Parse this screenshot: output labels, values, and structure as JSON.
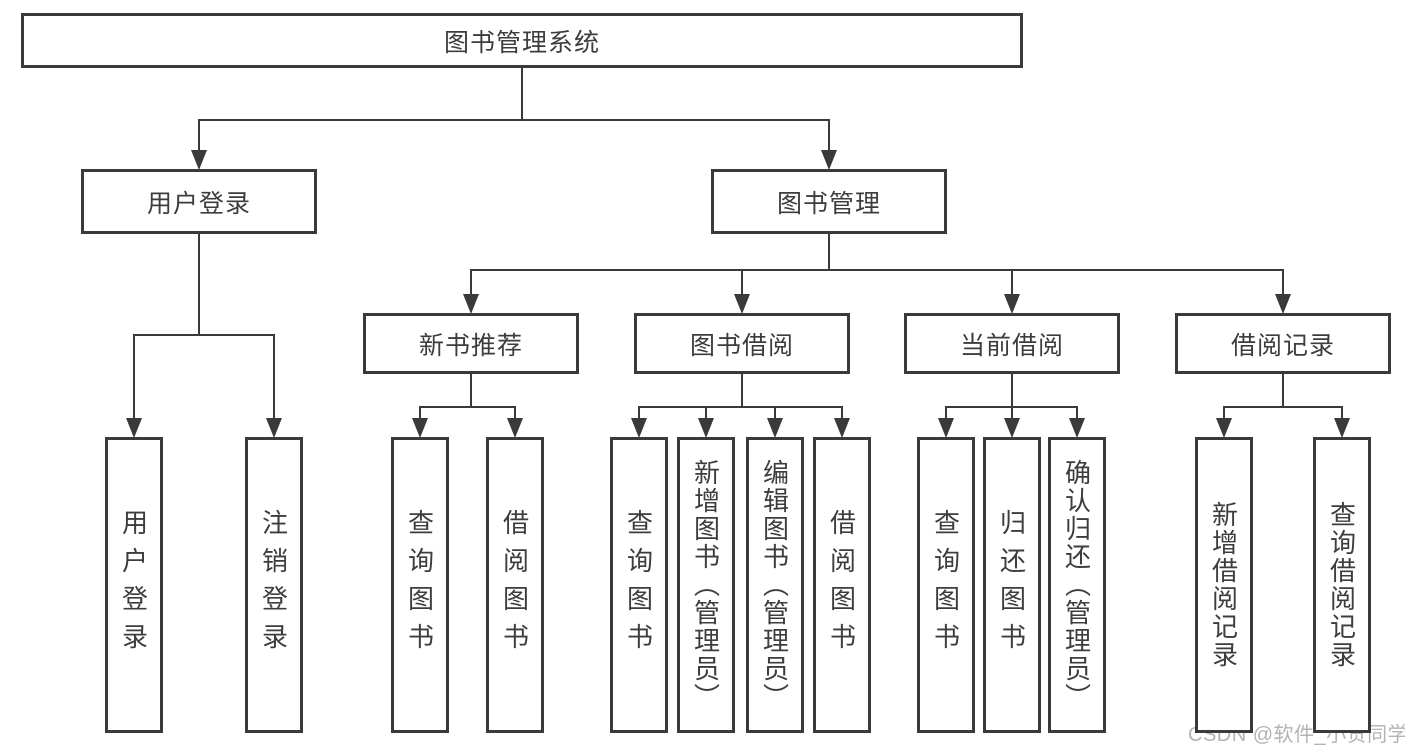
{
  "diagram": {
    "title": "图书管理系统",
    "type": "functional-structure-tree",
    "colors": {
      "line": "#3a3a3a",
      "text": "#3d3d3d",
      "background": "#ffffff",
      "watermark": "#b3b3b3"
    },
    "nodes": [
      {
        "id": "root",
        "label": "图书管理系统",
        "parent": null
      },
      {
        "id": "user-login",
        "label": "用户登录",
        "parent": "root"
      },
      {
        "id": "book-mgmt",
        "label": "图书管理",
        "parent": "root"
      },
      {
        "id": "leaf-user-login",
        "label": "用户登录",
        "parent": "user-login"
      },
      {
        "id": "leaf-logout",
        "label": "注销登录",
        "parent": "user-login"
      },
      {
        "id": "new-book-rec",
        "label": "新书推荐",
        "parent": "book-mgmt"
      },
      {
        "id": "book-borrow",
        "label": "图书借阅",
        "parent": "book-mgmt"
      },
      {
        "id": "current-borrow",
        "label": "当前借阅",
        "parent": "book-mgmt"
      },
      {
        "id": "borrow-records",
        "label": "借阅记录",
        "parent": "book-mgmt"
      },
      {
        "id": "rec-query-book",
        "label": "查询图书",
        "parent": "new-book-rec"
      },
      {
        "id": "rec-borrow-book",
        "label": "借阅图书",
        "parent": "new-book-rec"
      },
      {
        "id": "bb-query-book",
        "label": "查询图书",
        "parent": "book-borrow"
      },
      {
        "id": "bb-add-book",
        "label": "新增图书（管理员）",
        "parent": "book-borrow"
      },
      {
        "id": "bb-edit-book",
        "label": "编辑图书（管理员）",
        "parent": "book-borrow"
      },
      {
        "id": "bb-borrow-book",
        "label": "借阅图书",
        "parent": "book-borrow"
      },
      {
        "id": "cb-query-book",
        "label": "查询图书",
        "parent": "current-borrow"
      },
      {
        "id": "cb-return-book",
        "label": "归还图书",
        "parent": "current-borrow"
      },
      {
        "id": "cb-confirm-return",
        "label": "确认归还（管理员）",
        "parent": "current-borrow"
      },
      {
        "id": "br-add-record",
        "label": "新增借阅记录",
        "parent": "borrow-records"
      },
      {
        "id": "br-query-record",
        "label": "查询借阅记录",
        "parent": "borrow-records"
      }
    ],
    "watermark": "CSDN @软件_小贺同学"
  }
}
